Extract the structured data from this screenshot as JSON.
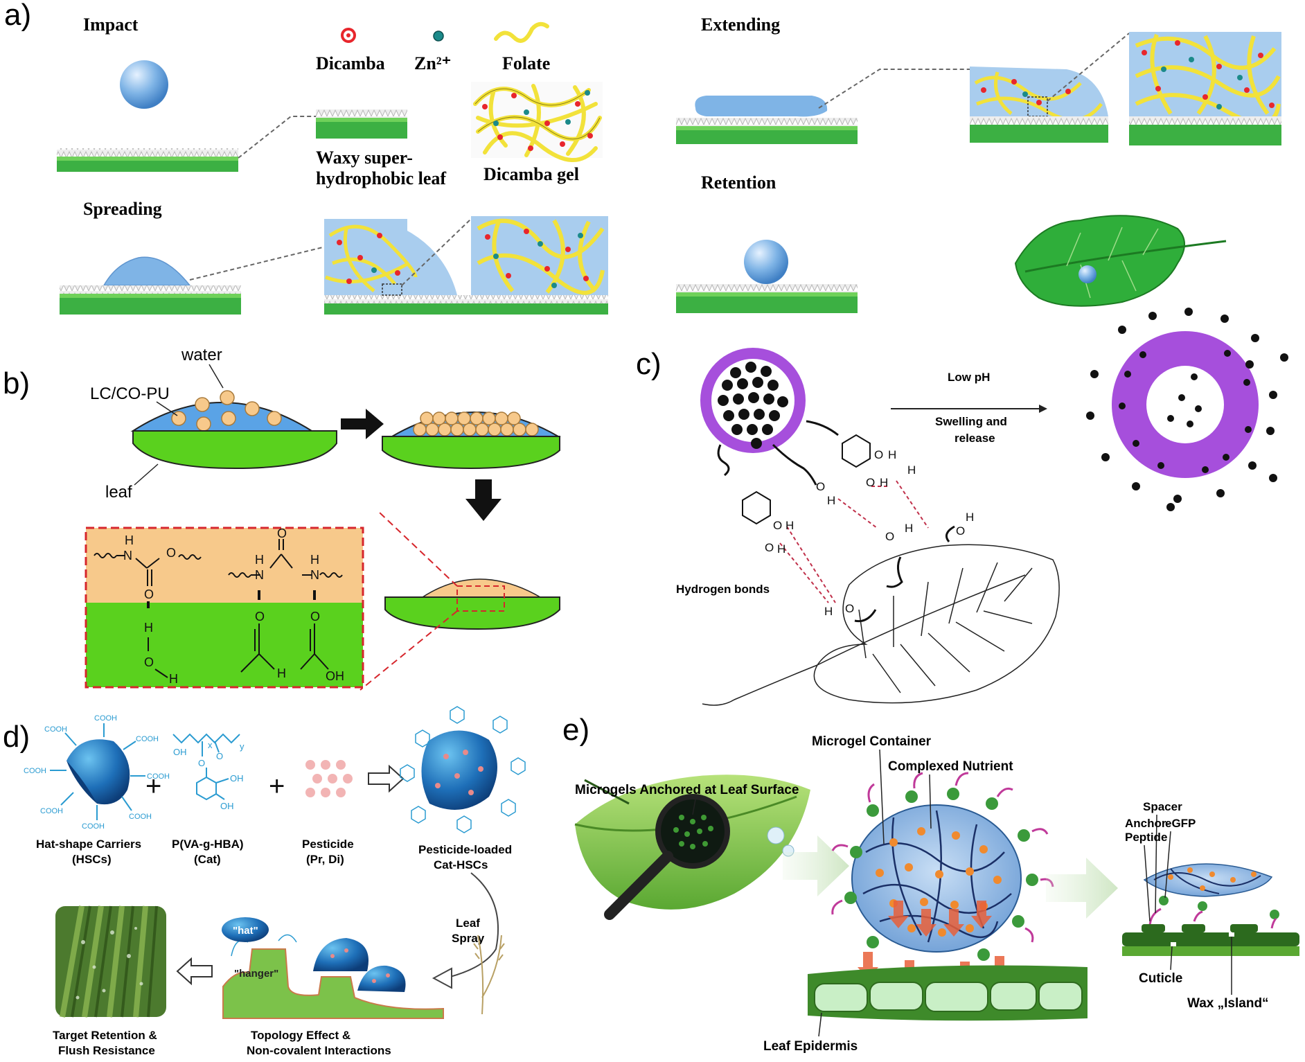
{
  "panels": [
    "a)",
    "b)",
    "c)",
    "d)",
    "e)"
  ],
  "a": {
    "stages": [
      "Impact",
      "Spreading",
      "Extending",
      "Retention"
    ],
    "legend": [
      "Dicamba",
      "Zn²⁺",
      "Folate"
    ],
    "leaf_label_1": "Waxy super-",
    "leaf_label_2": "hydrophobic leaf",
    "gel_label": "Dicamba gel",
    "colors": {
      "droplet": "#7fb4e6",
      "leaf": "#3cb043",
      "folate": "#f2e23a",
      "dicamba": "#e8262c",
      "zinc": "#1b8a8a"
    }
  },
  "b": {
    "water": "water",
    "lcpu": "LC/CO-PU",
    "leaf": "leaf",
    "atoms": {
      "H": "H",
      "N": "N",
      "O": "O",
      "OH": "OH"
    },
    "colors": {
      "droplet": "#5aa3e6",
      "particle": "#f7c98b",
      "leaf": "#5ad11e",
      "film": "#f7c98b",
      "frame": "#d6262c"
    }
  },
  "c": {
    "low_ph": "Low pH",
    "swelling_1": "Swelling and",
    "swelling_2": "release",
    "hbonds": "Hydrogen bonds",
    "atoms": {
      "O": "O",
      "H": "H"
    },
    "colors": {
      "shell": "#a64fdc",
      "bond": "#c0304a"
    }
  },
  "d": {
    "hat_carriers_1": "Hat-shape Carriers",
    "hat_carriers_2": "(HSCs)",
    "polymer_1": "P(VA-g-HBA)",
    "polymer_2": "(Cat)",
    "pesticide_1": "Pesticide",
    "pesticide_2": "(Pr, Di)",
    "loaded_1": "Pesticide-loaded",
    "loaded_2": "Cat-HSCs",
    "spray_1": "Leaf",
    "spray_2": "Spray",
    "hat": "\"hat\"",
    "hanger": "\"hanger\"",
    "topology_1": "Topology Effect &",
    "topology_2": "Non-covalent Interactions",
    "retention_1": "Target Retention &",
    "retention_2": "Flush Resistance",
    "plus": "+",
    "cooh": "COOH",
    "polymer_atoms": {
      "OH": "OH",
      "x": "x",
      "y": "y",
      "O": "O"
    },
    "colors": {
      "carrier": "#1e6fb8",
      "chem": "#2a9bd1",
      "pesticide": "#f2b4b4",
      "leaf": "#7cc24a"
    }
  },
  "e": {
    "anchored": "Microgels Anchored at Leaf Surface",
    "container": "Microgel Container",
    "nutrient": "Complexed Nutrient",
    "epidermis": "Leaf Epidermis",
    "spacer": "Spacer",
    "anchor_1": "Anchor-",
    "anchor_2": "Peptide",
    "egfp": "eGFP",
    "cuticle": "Cuticle",
    "wax": "Wax „Island“",
    "colors": {
      "gel": "#9fc3e8",
      "nutrient": "#f08a2e",
      "leaf": "#7dc23c",
      "epidermis": "#3e8a2a"
    }
  }
}
